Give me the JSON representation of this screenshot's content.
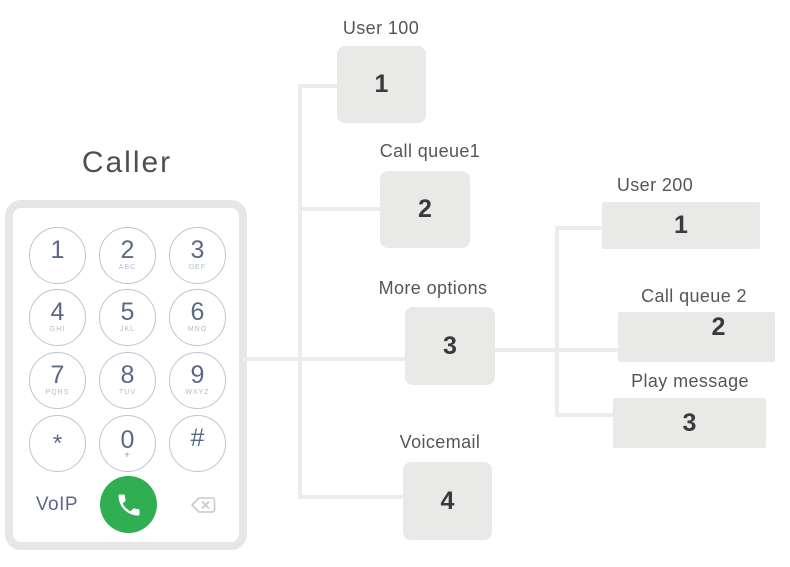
{
  "title": "Caller",
  "keypad": {
    "keys": [
      {
        "digit": "1",
        "letters": ""
      },
      {
        "digit": "2",
        "letters": "ABC"
      },
      {
        "digit": "3",
        "letters": "DEF"
      },
      {
        "digit": "4",
        "letters": "GHI"
      },
      {
        "digit": "5",
        "letters": "JKL"
      },
      {
        "digit": "6",
        "letters": "MNO"
      },
      {
        "digit": "7",
        "letters": "PQRS"
      },
      {
        "digit": "8",
        "letters": "TUV"
      },
      {
        "digit": "9",
        "letters": "WXYZ"
      },
      {
        "digit": "*",
        "letters": ""
      },
      {
        "digit": "0",
        "letters": "+"
      },
      {
        "digit": "#",
        "letters": ""
      }
    ],
    "voip_label": "VoIP",
    "call_button_icon": "phone-icon",
    "backspace_icon": "backspace-icon"
  },
  "menu": {
    "level1": [
      {
        "label": "User 100",
        "key": "1"
      },
      {
        "label": "Call queue1",
        "key": "2"
      },
      {
        "label": "More options",
        "key": "3"
      },
      {
        "label": "Voicemail",
        "key": "4"
      }
    ],
    "level2": [
      {
        "label": "User 200",
        "key": "1"
      },
      {
        "label": "Call queue 2",
        "key": "2"
      },
      {
        "label": "Play message",
        "key": "3"
      }
    ]
  },
  "colors": {
    "call_button_green": "#2fae52",
    "box_fill": "#e9e9e8",
    "connector_line": "#ececea",
    "keypad_digit": "#5b6888",
    "box_digit": "#3a3a3a",
    "label_text": "#565656"
  }
}
